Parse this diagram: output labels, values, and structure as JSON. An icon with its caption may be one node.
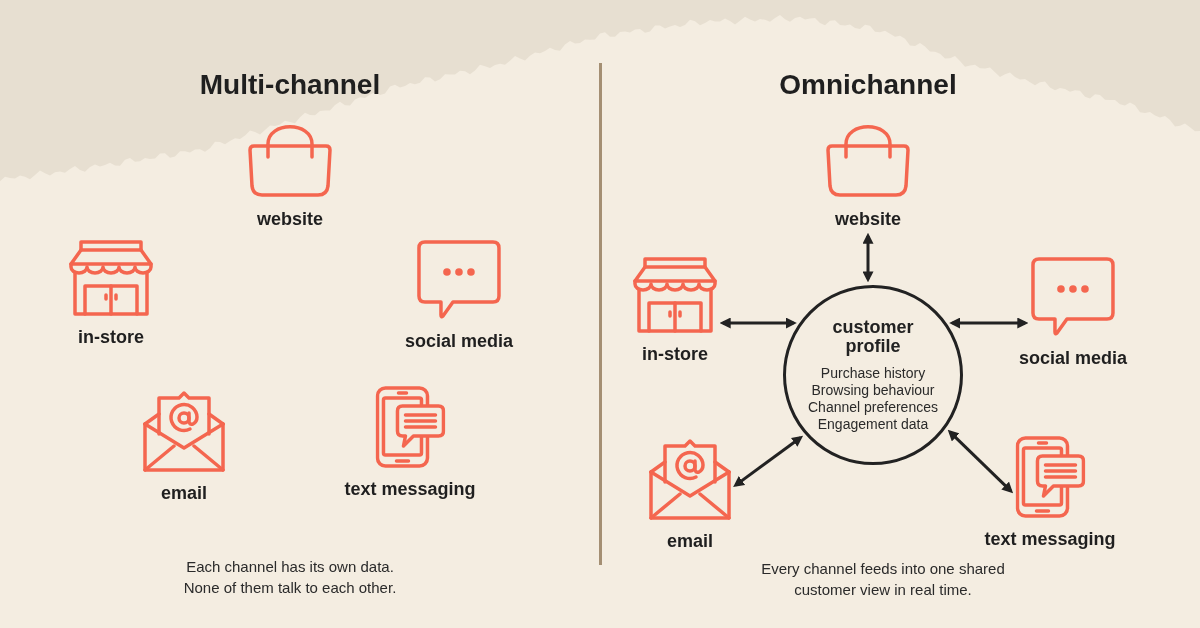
{
  "diagram": {
    "nodes": [
      {
        "text": [
          "website"
        ]
      },
      {
        "text": [
          "in-store"
        ]
      },
      {
        "text": [
          "social media"
        ]
      },
      {
        "text": [
          "email"
        ]
      },
      {
        "text": [
          "text messaging"
        ]
      },
      {
        "text": [
          "website"
        ]
      },
      {
        "text": [
          "in-store"
        ]
      },
      {
        "text": [
          "customer profile",
          "Purchase history",
          "Browsing behaviour",
          "Channel preferences",
          "Engagement data"
        ]
      },
      {
        "text": [
          "social media"
        ]
      },
      {
        "text": [
          "email"
        ]
      },
      {
        "text": [
          "text messaging"
        ]
      }
    ],
    "edges": [
      {
        "from": 5,
        "to": 7,
        "arrow": "both"
      },
      {
        "from": 6,
        "to": 7,
        "arrow": "both"
      },
      {
        "from": 8,
        "to": 7,
        "arrow": "both"
      },
      {
        "from": 9,
        "to": 7,
        "arrow": "both"
      },
      {
        "from": 10,
        "to": 7,
        "arrow": "both"
      }
    ],
    "labels": [
      "Multi-channel",
      "Omnichannel",
      "Each channel has its own data. None of them talk to each other.",
      "Every channel feeds into one shared customer view in real time."
    ]
  }
}
